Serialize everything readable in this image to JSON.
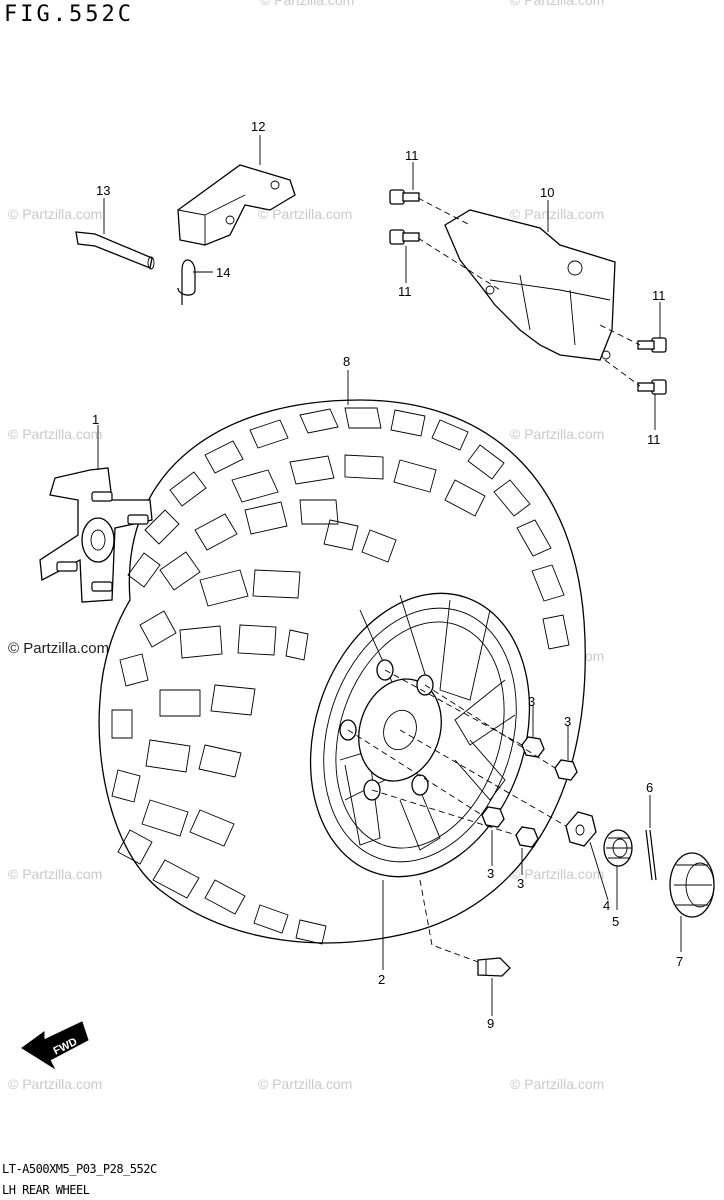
{
  "figure": {
    "title": "FIG.552C",
    "code": "LT-A500XM5_P03_P28_552C",
    "caption": "LH REAR WHEEL"
  },
  "watermark": {
    "text": "© Partzilla.com",
    "prominent_text": "© Partzilla.com"
  },
  "callouts": [
    {
      "id": "c1",
      "label": "1"
    },
    {
      "id": "c2",
      "label": "2"
    },
    {
      "id": "c3a",
      "label": "3"
    },
    {
      "id": "c3b",
      "label": "3"
    },
    {
      "id": "c3c",
      "label": "3"
    },
    {
      "id": "c3d",
      "label": "3"
    },
    {
      "id": "c4",
      "label": "4"
    },
    {
      "id": "c5",
      "label": "5"
    },
    {
      "id": "c6",
      "label": "6"
    },
    {
      "id": "c7",
      "label": "7"
    },
    {
      "id": "c8",
      "label": "8"
    },
    {
      "id": "c9",
      "label": "9"
    },
    {
      "id": "c10",
      "label": "10"
    },
    {
      "id": "c11a",
      "label": "11"
    },
    {
      "id": "c11b",
      "label": "11"
    },
    {
      "id": "c11c",
      "label": "11"
    },
    {
      "id": "c11d",
      "label": "11"
    },
    {
      "id": "c12",
      "label": "12"
    },
    {
      "id": "c13",
      "label": "13"
    },
    {
      "id": "c14",
      "label": "14"
    }
  ],
  "fwd_arrow": {
    "label": "FWD"
  }
}
